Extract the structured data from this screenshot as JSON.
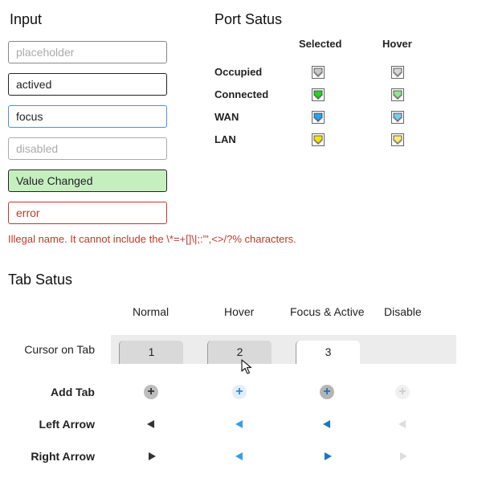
{
  "input": {
    "title": "Input",
    "states": {
      "placeholder": "placeholder",
      "actived": "actived",
      "focus": "focus",
      "disabled": "disabled",
      "changed": "Value Changed",
      "error": "error"
    },
    "error_message": "Illegal name. It cannot include the \\*=+[]\\|;:'\",<>/?% characters."
  },
  "port_status": {
    "title": "Port Satus",
    "columns": [
      "Selected",
      "Hover"
    ],
    "rows": [
      {
        "label": "Occupied",
        "selected_color": "#c8c8c8",
        "hover_color": "#d6d6d6"
      },
      {
        "label": "Connected",
        "selected_color": "#2bd12b",
        "hover_color": "#92e392"
      },
      {
        "label": "WAN",
        "selected_color": "#2aa3ea",
        "hover_color": "#7fc8ee"
      },
      {
        "label": "LAN",
        "selected_color": "#f0e01e",
        "hover_color": "#f5ec7a"
      }
    ],
    "icon": "ethernet-port-icon"
  },
  "tab_status": {
    "title": "Tab Satus",
    "columns": [
      "Normal",
      "Hover",
      "Focus & Active",
      "Disable"
    ],
    "rows": {
      "cursor_on_tab": "Cursor on Tab",
      "add_tab": "Add Tab",
      "left_arrow": "Left Arrow",
      "right_arrow": "Right Arrow"
    },
    "tabs": [
      "1",
      "2",
      "3"
    ],
    "add_icon_glyph": "+",
    "colors": {
      "arrow_normal": "#333333",
      "arrow_hover": "#3a9ee6",
      "arrow_focus": "#1f73c4",
      "arrow_disable": "#dddddd"
    }
  }
}
